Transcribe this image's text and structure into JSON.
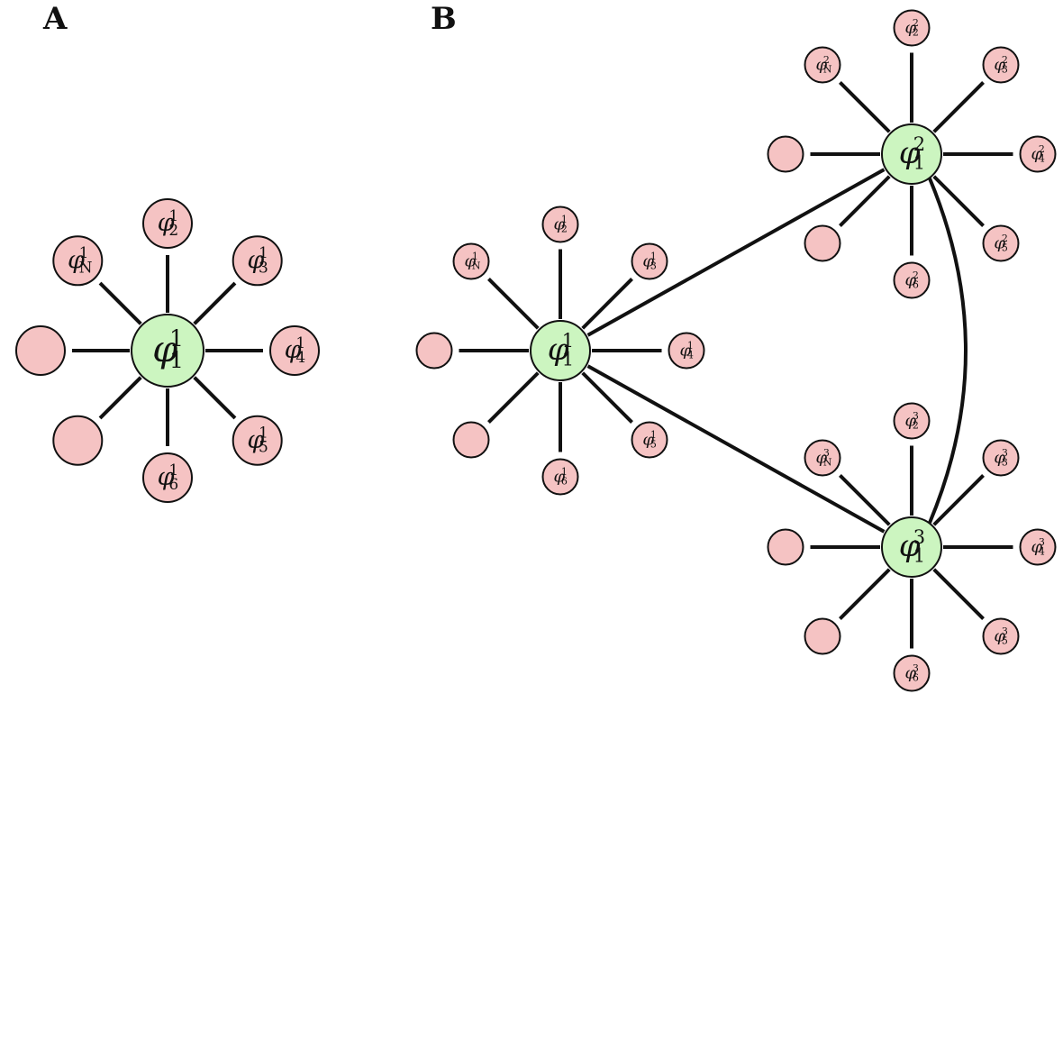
{
  "panels": {
    "a": {
      "label": "A"
    },
    "b": {
      "label": "B"
    }
  },
  "colors": {
    "hub_fill": "#ccf5c0",
    "leaf_fill": "#f5c3c3",
    "stroke": "#111111"
  },
  "symbol": "φ",
  "graphs": [
    {
      "id": "A-star",
      "hub": {
        "sup": "1",
        "sub": "1"
      },
      "leaves": [
        {
          "sup": "1",
          "sub": "2"
        },
        {
          "sup": "1",
          "sub": "3"
        },
        {
          "sup": "1",
          "sub": "4"
        },
        {
          "sup": "1",
          "sub": "5"
        },
        {
          "sup": "1",
          "sub": "6"
        },
        {
          "sup": "",
          "sub": ""
        },
        {
          "sup": "",
          "sub": ""
        },
        {
          "sup": "1",
          "sub": "N"
        }
      ]
    },
    {
      "id": "B-star-1",
      "hub": {
        "sup": "1",
        "sub": "1"
      },
      "leaves": [
        {
          "sup": "1",
          "sub": "2"
        },
        {
          "sup": "1",
          "sub": "3"
        },
        {
          "sup": "1",
          "sub": "4"
        },
        {
          "sup": "1",
          "sub": "5"
        },
        {
          "sup": "1",
          "sub": "6"
        },
        {
          "sup": "",
          "sub": ""
        },
        {
          "sup": "",
          "sub": ""
        },
        {
          "sup": "1",
          "sub": "N"
        }
      ]
    },
    {
      "id": "B-star-2",
      "hub": {
        "sup": "2",
        "sub": "1"
      },
      "leaves": [
        {
          "sup": "2",
          "sub": "2"
        },
        {
          "sup": "2",
          "sub": "3"
        },
        {
          "sup": "2",
          "sub": "4"
        },
        {
          "sup": "2",
          "sub": "5"
        },
        {
          "sup": "2",
          "sub": "6"
        },
        {
          "sup": "",
          "sub": ""
        },
        {
          "sup": "",
          "sub": ""
        },
        {
          "sup": "2",
          "sub": "N"
        }
      ]
    },
    {
      "id": "B-star-3",
      "hub": {
        "sup": "3",
        "sub": "1"
      },
      "leaves": [
        {
          "sup": "3",
          "sub": "2"
        },
        {
          "sup": "3",
          "sub": "3"
        },
        {
          "sup": "3",
          "sub": "4"
        },
        {
          "sup": "3",
          "sub": "5"
        },
        {
          "sup": "3",
          "sub": "6"
        },
        {
          "sup": "",
          "sub": ""
        },
        {
          "sup": "",
          "sub": ""
        },
        {
          "sup": "3",
          "sub": "N"
        }
      ]
    }
  ],
  "hub_links": [
    {
      "from": "B-star-1",
      "to": "B-star-2",
      "curved": false
    },
    {
      "from": "B-star-1",
      "to": "B-star-3",
      "curved": false
    },
    {
      "from": "B-star-2",
      "to": "B-star-3",
      "curved": true
    }
  ]
}
